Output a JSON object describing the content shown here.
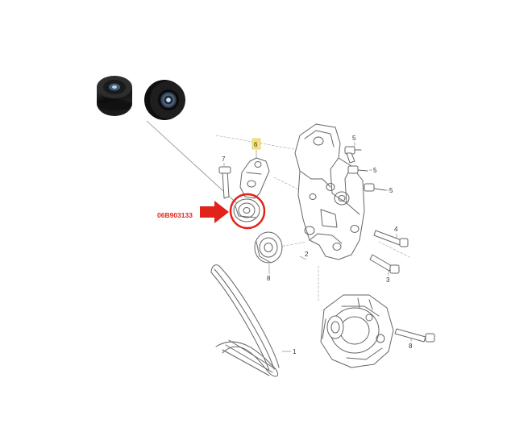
{
  "diagram": {
    "part_number_label": "06B903133",
    "callouts": {
      "c1": "1",
      "c2": "2",
      "c3": "3",
      "c4": "4",
      "c5a": "5",
      "c5b": "5",
      "c5c": "5",
      "c6": "6",
      "c7": "7",
      "c8a": "8",
      "c8b": "8"
    }
  },
  "colors": {
    "highlight_red": "#e2231a",
    "highlight_yellow": "#f3e37a",
    "line_art": "#666666",
    "pulley_black": "#141414",
    "bearing_blue": "#2a4d73"
  },
  "icons": [
    "pulley-photo",
    "arrow-icon",
    "highlight-circle"
  ]
}
